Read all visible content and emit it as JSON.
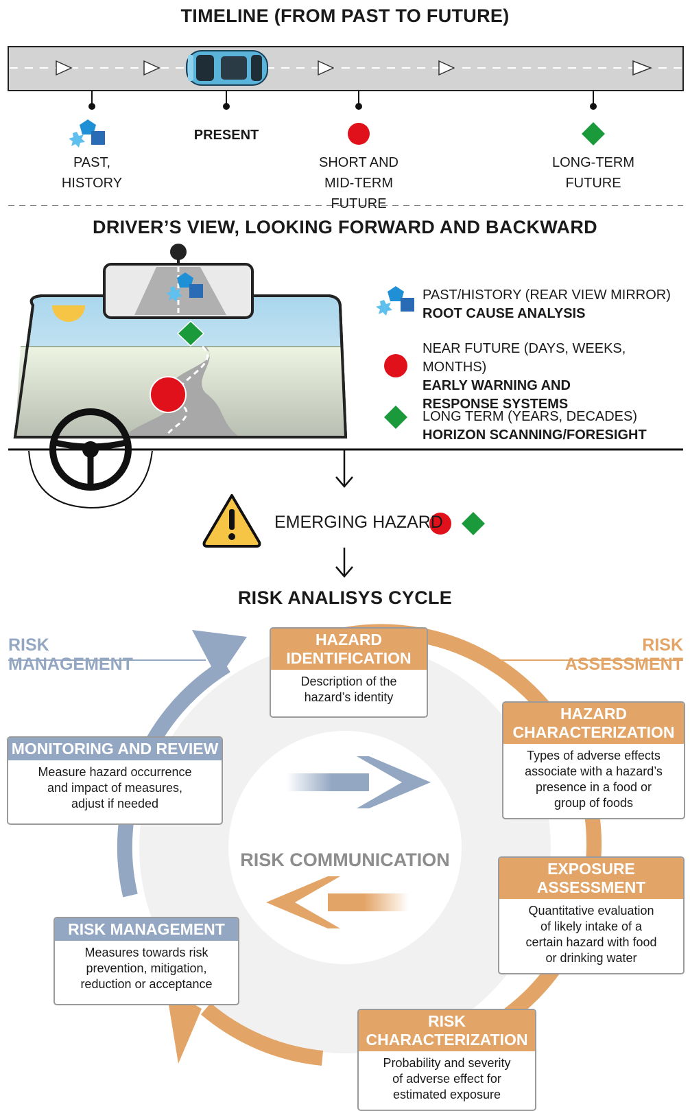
{
  "timeline": {
    "title": "TIMELINE (FROM PAST TO FUTURE)",
    "points": [
      {
        "label_line1": "PAST,",
        "label_line2": "HISTORY"
      },
      {
        "label_line1": "PRESENT"
      },
      {
        "label_line1": "SHORT AND",
        "label_line2": "MID-TERM FUTURE"
      },
      {
        "label_line1": "LONG-TERM",
        "label_line2": "FUTURE"
      }
    ]
  },
  "drivers_view": {
    "title": "DRIVER’S VIEW, LOOKING FORWARD AND BACKWARD",
    "legend": [
      {
        "icon": "past-shapes-icon",
        "line1": "PAST/HISTORY (REAR VIEW MIRROR)",
        "line2": "ROOT CAUSE ANALYSIS"
      },
      {
        "icon": "red-circle-icon",
        "line1": "NEAR FUTURE (DAYS, WEEKS, MONTHS)",
        "line2": "EARLY WARNING AND",
        "line3": "RESPONSE SYSTEMS"
      },
      {
        "icon": "green-diamond-icon",
        "line1": "LONG TERM (YEARS, DECADES)",
        "line2": "HORIZON SCANNING/FORESIGHT"
      }
    ]
  },
  "emerging": {
    "label": "EMERGING HAZARD"
  },
  "cycle": {
    "title": "RISK ANALISYS CYCLE",
    "left_label": {
      "line1": "RISK",
      "line2": "MANAGEMENT"
    },
    "right_label": {
      "line1": "RISK",
      "line2": "ASSESSMENT"
    },
    "center_label": "RISK COMMUNICATION",
    "boxes": {
      "hazard_identification": {
        "title1": "HAZARD",
        "title2": "IDENTIFICATION",
        "text1": "Description of the",
        "text2": "hazard’s identity"
      },
      "hazard_characterization": {
        "title1": "HAZARD",
        "title2": "CHARACTERIZATION",
        "text1": "Types of adverse effects",
        "text2": "associate with a hazard’s",
        "text3": "presence in a food or",
        "text4": "group of foods"
      },
      "exposure_assessment": {
        "title1": "EXPOSURE",
        "title2": "ASSESSMENT",
        "text1": "Quantitative evaluation",
        "text2": "of likely intake of a",
        "text3": "certain hazard with food",
        "text4": "or drinking water"
      },
      "risk_characterization": {
        "title1": "RISK",
        "title2": "CHARACTERIZATION",
        "text1": "Probability and severity",
        "text2": "of adverse effect for",
        "text3": "estimated exposure"
      },
      "risk_management": {
        "title1": "RISK MANAGEMENT",
        "text1": "Measures towards risk",
        "text2": "prevention, mitigation,",
        "text3": "reduction or acceptance"
      },
      "monitoring_review": {
        "title1": "MONITORING AND REVIEW",
        "text1": "Measure hazard occurrence",
        "text2": "and impact of measures,",
        "text3": "adjust if needed"
      }
    }
  },
  "colors": {
    "red": "#e0111b",
    "green": "#1a9a3a",
    "blue_shape": "#2a7bc4",
    "orange": "#e3a567",
    "blue_grey": "#94a7c2",
    "road": "#d3d3d3"
  }
}
